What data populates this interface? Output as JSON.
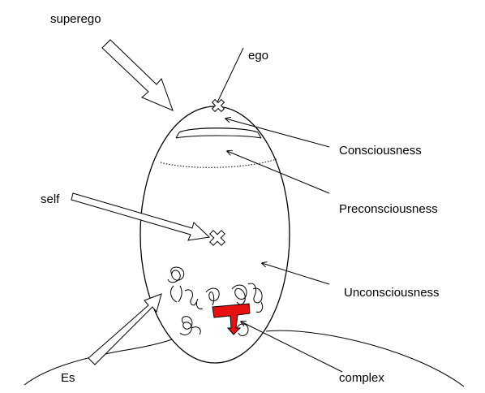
{
  "labels": {
    "superego": "superego",
    "ego": "ego",
    "consciousness": "Consciousness",
    "preconsciousness": "Preconsciousness",
    "self": "self",
    "unconsciousness": "Unconsciousness",
    "es": "Es",
    "complex": "complex"
  },
  "colors": {
    "line": "#000000",
    "complex_marker": "#e81010",
    "background": "#ffffff"
  }
}
